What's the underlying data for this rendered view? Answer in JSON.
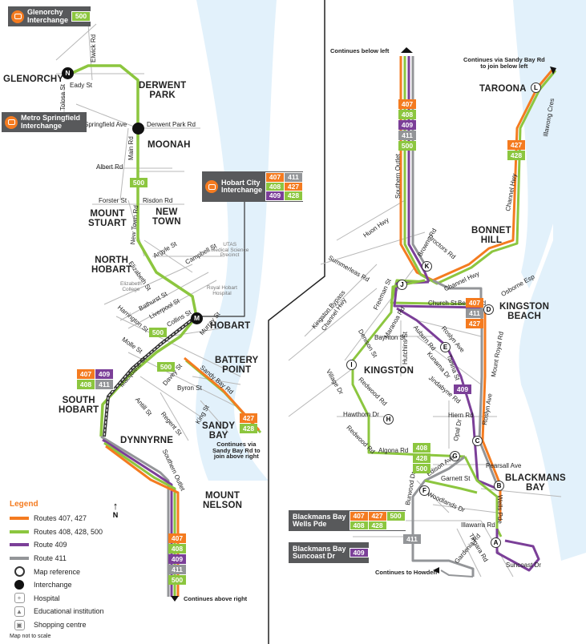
{
  "labels": {
    "glenorchy": "GLENORCHY",
    "derwent_park": "DERWENT\nPARK",
    "moonah": "MOONAH",
    "mount_stuart": "MOUNT\nSTUART",
    "new_town": "NEW\nTOWN",
    "north_hobart": "NORTH\nHOBART",
    "hobart": "HOBART",
    "battery_point": "BATTERY\nPOINT",
    "south_hobart": "SOUTH\nHOBART",
    "dynnyrne": "DYNNYRNE",
    "sandy_bay": "SANDY\nBAY",
    "mount_nelson": "MOUNT\nNELSON",
    "taroona": "TAROONA",
    "bonnet_hill": "BONNET\nHILL",
    "kingston_beach": "KINGSTON\nBEACH",
    "kingston": "KINGSTON",
    "blackmans_bay": "BLACKMANS\nBAY"
  },
  "streets": {
    "elwick_rd": "Elwick Rd",
    "eady_st": "Eady St",
    "tolosa_st": "Tolosa St",
    "springfield_ave": "Springfield Ave",
    "derwent_park_rd": "Derwent Park Rd",
    "main_rd": "Main Rd",
    "albert_rd": "Albert Rd",
    "forster_st": "Forster St",
    "risdon_rd": "Risdon Rd",
    "new_town_rd": "New Town Rd",
    "argyle_st": "Argyle St",
    "campbell_st": "Campbell St",
    "elizabeth_st": "Elizabeth St",
    "bathurst_st": "Bathurst St",
    "liverpool_st": "Liverpool St",
    "collins_st": "Collins St",
    "harrington_st": "Harrington St",
    "murray_st": "Murray St",
    "molle_st": "Molle St",
    "macquarie_st": "Macquarie St",
    "davey_st": "Davey St",
    "sandy_bay_rd": "Sandy Bay Rd",
    "byron_st": "Byron St",
    "antill_st": "Antill St",
    "regent_st": "Regent St",
    "king_st": "King St",
    "southern_outlet": "Southern Outlet",
    "southern_outlet_2": "Southern Outlet",
    "huon_hwy": "Huon Hwy",
    "browns_rd": "Browns Rd",
    "proctors_rd": "Proctors Rd",
    "summerleas_rd": "Summerleas Rd",
    "channel_hwy": "Channel Hwy",
    "channel_hwy_2": "Channel Hwy",
    "channel_hwy_3": "Channel Hwy",
    "illawong_cres": "Illawong Cres",
    "kingston_bypass": "Kingston Bypass",
    "church_st": "Church St",
    "beach_rd": "Beach Rd",
    "osborne_esp": "Osborne Esp",
    "denison_st": "Denison St",
    "freeman_st": "Freeman St",
    "maranoa_rd": "Maranoa Rd",
    "auburn_rd": "Auburn Rd",
    "roslyn_ave": "Roslyn Ave",
    "roslyn_ave_2": "Roslyn Ave",
    "mount_royal_rd": "Mount Royal Rd",
    "baynton_st": "Baynton St",
    "hutchins_st": "Hutchins St",
    "kunama_dr": "Kunama Dr",
    "tanina_st": "Tanina St",
    "jindabyne_rd": "Jindabyne Rd",
    "village_dr": "Village Dr",
    "redwood_rd": "Redwood Rd",
    "redwood_rd_2": "Redwood Rd",
    "hawthorn_dr": "Hawthorn Dr",
    "hiern_rd": "Hiern Rd",
    "opal_dr": "Opal Dr",
    "algona_rd": "Algona Rd",
    "pearsall_ave": "Pearsall Ave",
    "edison_ave": "Edison Ave",
    "garnett_st": "Garnett St",
    "woodlands_dr": "Woodlands Dr",
    "burwood_dr": "Burwood Dr",
    "wells_pde": "Wells Pde",
    "illawarra_rd": "Illawarra Rd",
    "gardenia_rd": "Gardenia Rd",
    "tingara_rd": "Tingara Rd",
    "suncoast_dr": "Suncoast Dr",
    "utas": "UTAS\nMedical Science\nPrecinct",
    "royal_hobart": "Royal Hobart\nHospital",
    "elizabeth_college": "Elizabeth\nCollege"
  },
  "notes": {
    "continues_below_left": "Continues below left",
    "continues_via_top": "Continues via Sandy Bay Rd\nto join below left",
    "continues_via_bottom": "Continues via\nSandy Bay Rd to\njoin above right",
    "continues_above_right": "Continues above right",
    "continues_to_howden": "Continues to Howden"
  },
  "interchanges": {
    "glenorchy": {
      "name": "Glenorchy\nInterchange",
      "routes": [
        "500"
      ]
    },
    "springfield": {
      "name": "Metro Springfield\nInterchange",
      "routes": []
    },
    "hobart_city": {
      "name": "Hobart City\nInterchange",
      "routes": [
        "407",
        "411",
        "408",
        "427",
        "409",
        "428"
      ]
    },
    "wells_pde": {
      "name": "Blackmans Bay\nWells Pde",
      "routes": [
        "407",
        "427",
        "500",
        "408",
        "428"
      ]
    },
    "suncoast": {
      "name": "Blackmans Bay\nSuncoast Dr",
      "routes": [
        "409"
      ]
    }
  },
  "route_tags": {
    "moonah_500": "500",
    "hobart_500a": "500",
    "hobart_500b": "500",
    "sh_stack": [
      "407",
      "409",
      "408",
      "411"
    ],
    "sandy_bay_stack": [
      "427",
      "428"
    ],
    "bottom_stack": [
      "407",
      "408",
      "409",
      "411",
      "500"
    ],
    "top_stack": [
      "407",
      "408",
      "409",
      "411",
      "500"
    ],
    "channel_stack": [
      "427",
      "428"
    ],
    "kb_stack": [
      "407",
      "411",
      "427"
    ],
    "blackmans_409": "409",
    "algona_stack": [
      "408",
      "428",
      "500"
    ],
    "howden_411": "411"
  },
  "map_refs": {
    "N": "N",
    "M": "M",
    "L": "L",
    "K": "K",
    "J": "J",
    "I": "I",
    "H": "H",
    "G": "G",
    "F": "F",
    "E": "E",
    "D": "D",
    "C": "C",
    "B": "B",
    "A": "A"
  },
  "north_arrow": "N",
  "legend": {
    "title": "Legend",
    "items": [
      {
        "label": "Routes 407, 427",
        "color": "#f47b20"
      },
      {
        "label": "Routes 408, 428, 500",
        "color": "#8cc63f"
      },
      {
        "label": "Route 409",
        "color": "#7b3f98"
      },
      {
        "label": "Route 411",
        "color": "#939598"
      },
      {
        "label": "Map reference",
        "symbol": "ring"
      },
      {
        "label": "Interchange",
        "symbol": "dot"
      },
      {
        "label": "Hospital",
        "symbol": "hospital"
      },
      {
        "label": "Educational institution",
        "symbol": "education"
      },
      {
        "label": "Shopping centre",
        "symbol": "shopping"
      }
    ],
    "footnote": "Map not to scale"
  },
  "colors": {
    "orange": "#f47b20",
    "green": "#8cc63f",
    "purple": "#7b3f98",
    "grey": "#939598",
    "water": "#e2f1fb",
    "street": "#b8b8b8",
    "box": "#58595b"
  }
}
